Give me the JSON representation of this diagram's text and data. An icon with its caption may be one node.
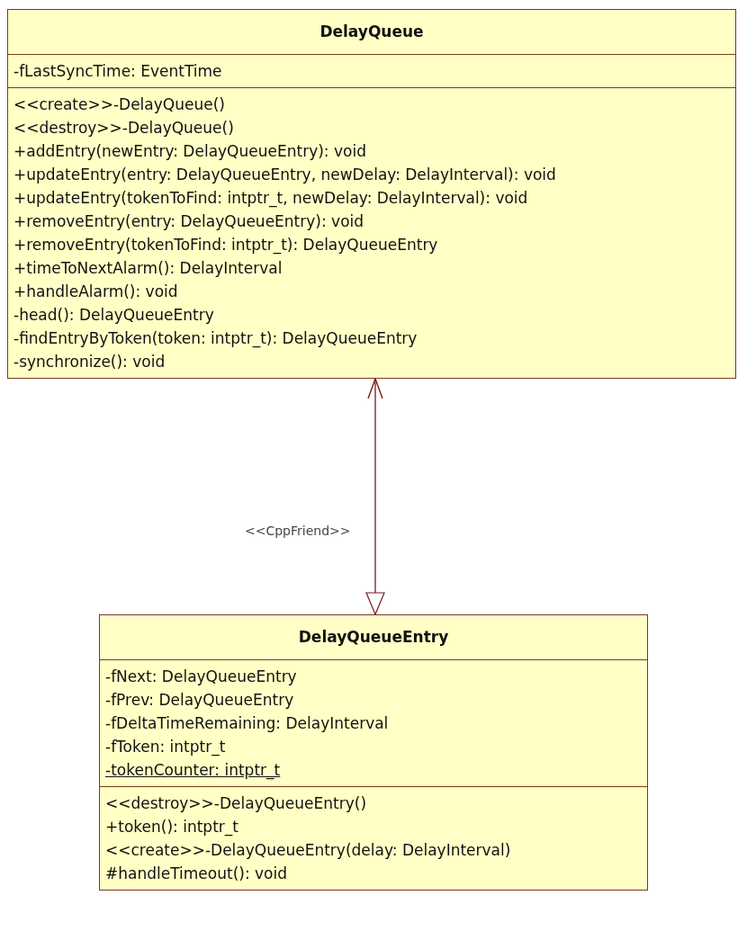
{
  "diagram": {
    "nodes": [
      {
        "text": [
          "DelayQueue"
        ]
      },
      {
        "text": [
          "-fLastSyncTime: EventTime"
        ],
        "in": 0
      },
      {
        "text": [
          "<<create>>-DelayQueue()",
          "<<destroy>>-DelayQueue()",
          "+addEntry(newEntry: DelayQueueEntry): void",
          "+updateEntry(entry: DelayQueueEntry, newDelay: DelayInterval): void",
          "+updateEntry(tokenToFind: intptr_t, newDelay: DelayInterval): void",
          "+removeEntry(entry: DelayQueueEntry): void",
          "+removeEntry(tokenToFind: intptr_t): DelayQueueEntry",
          "+timeToNextAlarm(): DelayInterval",
          "+handleAlarm(): void",
          "-head(): DelayQueueEntry",
          "-findEntryByToken(token: intptr_t): DelayQueueEntry",
          "-synchronize(): void"
        ],
        "in": 0
      },
      {
        "text": [
          "DelayQueueEntry"
        ]
      },
      {
        "text": [
          "-fNext: DelayQueueEntry",
          "-fPrev: DelayQueueEntry",
          "-fDeltaTimeRemaining: DelayInterval",
          "-fToken: intptr_t",
          "-tokenCounter: intptr_t"
        ],
        "in": 3
      },
      {
        "text": [
          "<<destroy>>-DelayQueueEntry()",
          "+token(): intptr_t",
          "<<create>>-DelayQueueEntry(delay: DelayInterval)",
          "#handleTimeout(): void"
        ],
        "in": 3
      }
    ],
    "edges": [
      {
        "from": 0,
        "to": 3,
        "arrow": "both",
        "label": "<<CppFriend>>"
      }
    ]
  }
}
